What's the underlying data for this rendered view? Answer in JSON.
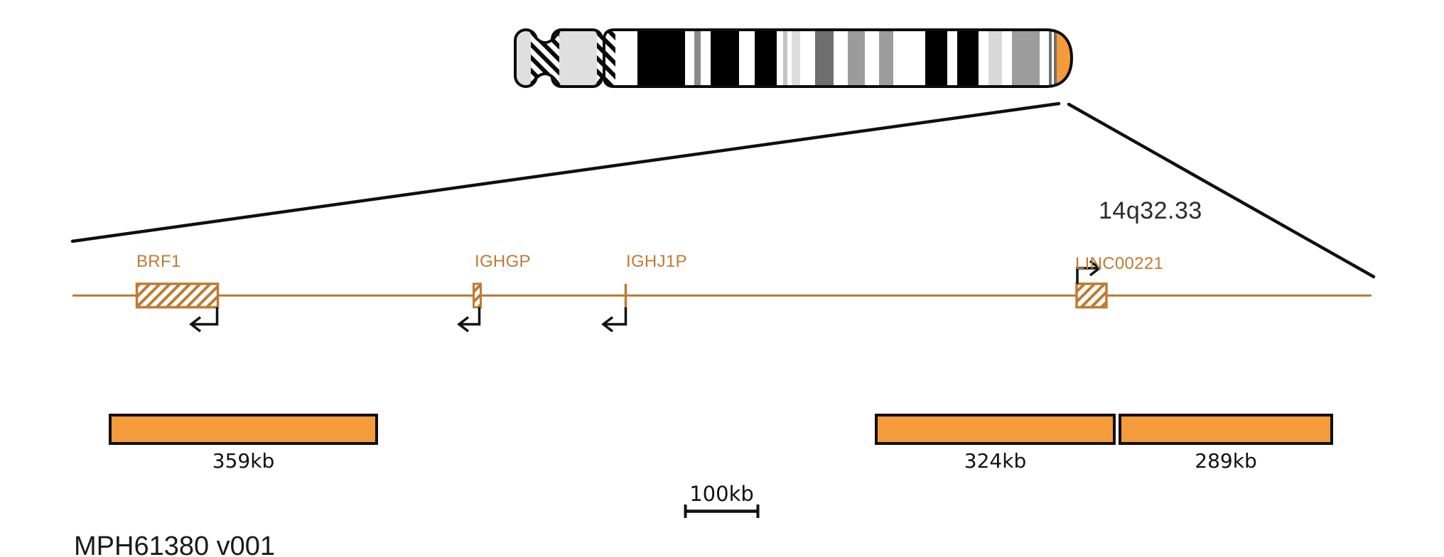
{
  "locus": {
    "label": "14q32.33"
  },
  "chromosome": {
    "description": "acrocentric ideogram with satellite, stalk and banded q arm",
    "highlight_band_color": "#f49b3b",
    "highlight_position": "q terminal (right end)"
  },
  "gene_track": {
    "track_color": "#bd7b34",
    "genes": [
      {
        "name": "BRF1",
        "strand": "reverse",
        "glyph": "hatched-box"
      },
      {
        "name": "IGHGP",
        "strand": "reverse",
        "glyph": "hatched-narrow-box"
      },
      {
        "name": "IGHJ1P",
        "strand": "reverse",
        "glyph": "tick"
      },
      {
        "name": "LINC00221",
        "strand": "forward",
        "glyph": "hatched-box"
      }
    ]
  },
  "regions": [
    {
      "size_label": "359kb",
      "fill": "#f49b3b"
    },
    {
      "size_label": "324kb",
      "fill": "#f49b3b"
    },
    {
      "size_label": "289kb",
      "fill": "#f49b3b"
    }
  ],
  "scale_bar": {
    "label": "100kb"
  },
  "footer": {
    "label": "MPH61380 v001"
  },
  "colors": {
    "accent_orange": "#f49b3b",
    "gene_line_orange": "#bd7b34",
    "line_black": "#0f0f0f"
  }
}
